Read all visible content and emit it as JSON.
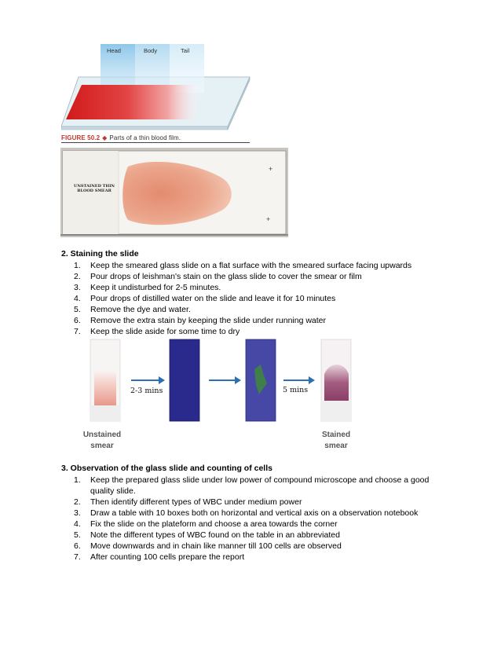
{
  "figure": {
    "columns": [
      "Head",
      "Body",
      "Tail"
    ],
    "caption_lead": "FIGURE 50.2",
    "caption_text": "Parts of a thin blood film."
  },
  "photo": {
    "label": "UNSTAINED THIN BLOOD SMEAR"
  },
  "section2": {
    "heading": "2. Staining the slide",
    "steps": [
      {
        "num": "1.",
        "text": "Keep the smeared glass slide on a flat surface with the smeared surface facing upwards"
      },
      {
        "num": "2.",
        "text": "Pour drops of leishman's stain on the glass slide to cover the smear or film"
      },
      {
        "num": "3.",
        "text": "Keep it undisturbed for 2-5 minutes."
      },
      {
        "num": "4.",
        "text": "Pour drops of distilled water on the slide and leave it for 10 minutes"
      },
      {
        "num": "5.",
        "text": "Remove the dye and water."
      },
      {
        "num": "6.",
        "text": "Remove the extra stain by keeping the slide under running water"
      },
      {
        "num": "7.",
        "text": "Keep the slide aside for some time to dry"
      }
    ]
  },
  "stain_diagram": {
    "time1": "2-3 mins",
    "time2": "5 mins",
    "unstained_line1": "Unstained",
    "unstained_line2": "smear",
    "stained_line1": "Stained",
    "stained_line2": "smear"
  },
  "section3": {
    "heading": "3. Observation of the glass slide and counting of cells",
    "steps": [
      {
        "num": "1.",
        "text": "Keep the prepared glass slide under low power of compound microscope and choose a good quality slide."
      },
      {
        "num": "2.",
        "text": "Then identify different types of WBC under medium power"
      },
      {
        "num": "3.",
        "text": "Draw a table with 10 boxes both on horizontal and vertical axis on a observation notebook"
      },
      {
        "num": "4.",
        "text": "Fix the slide on the plateform and choose a area towards the corner"
      },
      {
        "num": "5.",
        "text": "Note the different types of WBC found on the table in an abbreviated"
      },
      {
        "num": "6.",
        "text": "Move downwards and in chain like manner till 100 cells are observed"
      },
      {
        "num": "7.",
        "text": "After counting 100 cells prepare the report"
      }
    ]
  }
}
